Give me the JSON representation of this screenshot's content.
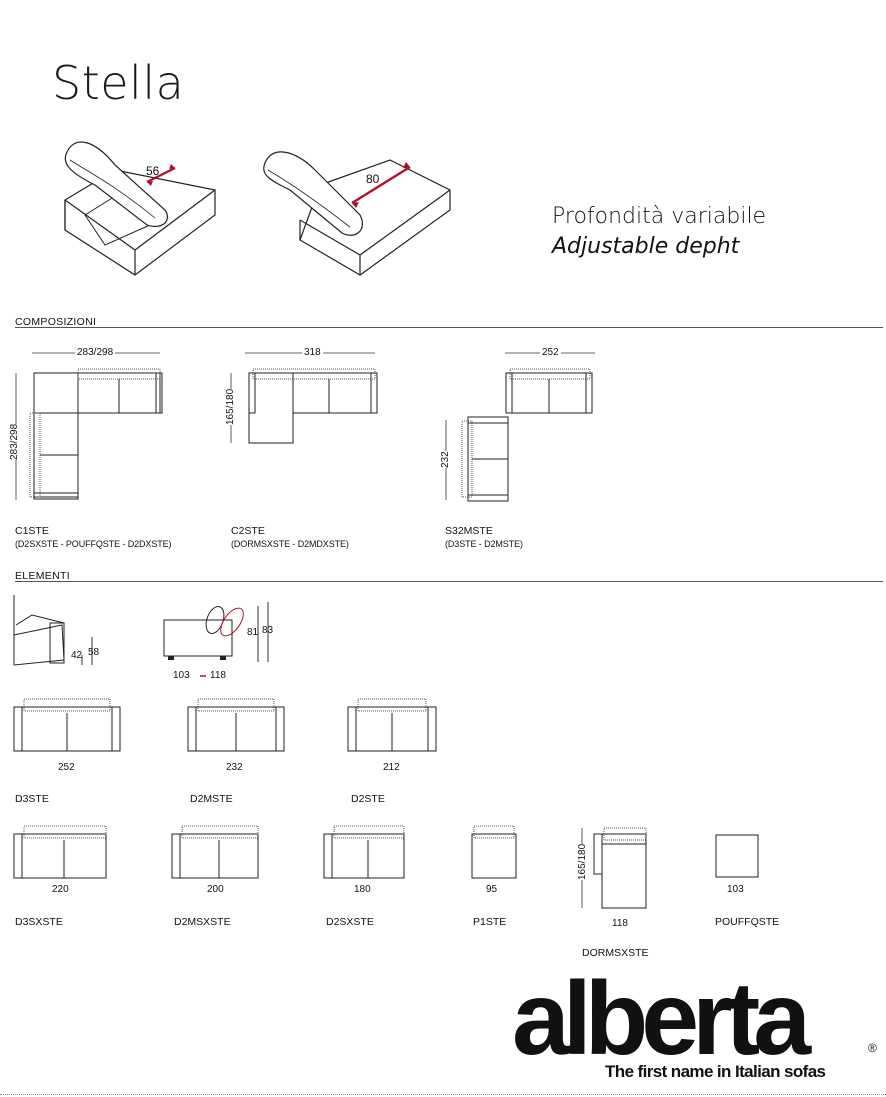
{
  "title": "Stella",
  "features": {
    "line1": "Profondità variabile",
    "line2": "Adjustable depht"
  },
  "depth_labels": {
    "left": "56",
    "right": "80"
  },
  "sections": {
    "compositions": "COMPOSIZIONI",
    "elements": "ELEMENTI"
  },
  "compositions": [
    {
      "code": "C1STE",
      "parts": "(D2SXSTE - POUFFQSTE - D2DXSTE)",
      "width": "283/298",
      "depth": "283/298"
    },
    {
      "code": "C2STE",
      "parts": "(DORMSXSTE - D2MDXSTE)",
      "width": "318",
      "depth": "165/180"
    },
    {
      "code": "S32MSTE",
      "parts": "(D3STE - D2MSTE)",
      "width": "252",
      "depth": "232"
    }
  ],
  "profile": {
    "seat_h": "42",
    "total_h": "58",
    "back_h1": "81",
    "back_h2": "83",
    "depth_min": "103",
    "depth_max": "118"
  },
  "elements_row1": [
    {
      "code": "D3STE",
      "width": "252"
    },
    {
      "code": "D2MSTE",
      "width": "232"
    },
    {
      "code": "D2STE",
      "width": "212"
    }
  ],
  "elements_row2": [
    {
      "code": "D3SXSTE",
      "width": "220"
    },
    {
      "code": "D2MSXSTE",
      "width": "200"
    },
    {
      "code": "D2SXSTE",
      "width": "180"
    },
    {
      "code": "P1STE",
      "width": "95"
    },
    {
      "code": "DORMSXSTE",
      "width": "118",
      "depth": "165/180"
    },
    {
      "code": "POUFFQSTE",
      "width": "103"
    }
  ],
  "brand": {
    "name": "alberta",
    "mark": "®",
    "tagline": "The first name in Italian sofas"
  },
  "colors": {
    "accent": "#b0102a",
    "line": "#333333"
  }
}
